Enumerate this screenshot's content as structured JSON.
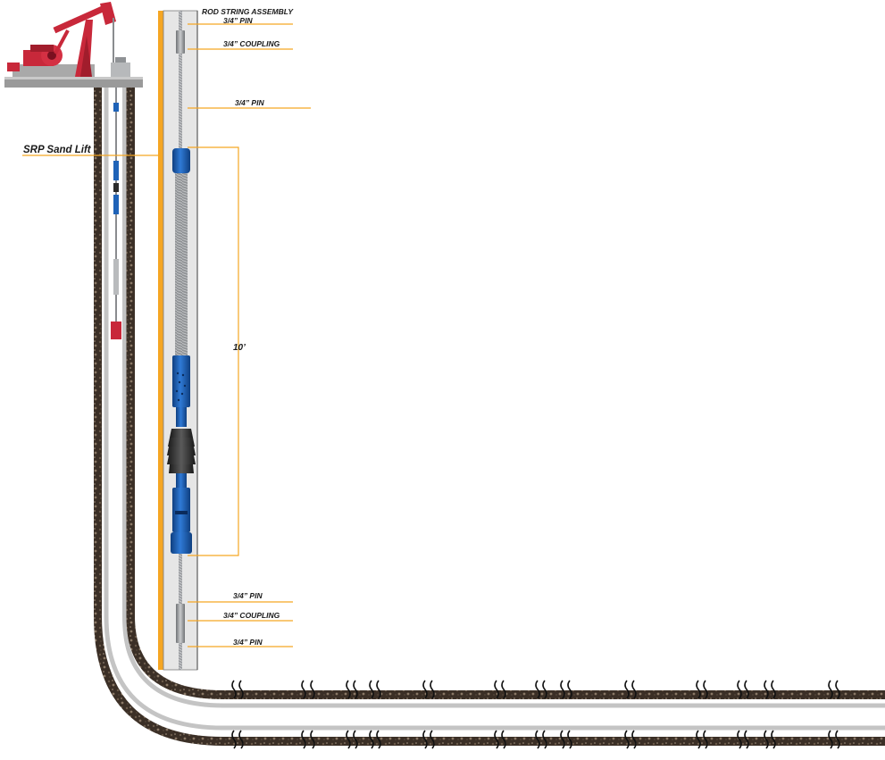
{
  "labels": {
    "assembly_title": "ROD STRING ASSEMBLY",
    "top_pin": "3/4” PIN",
    "top_coupling": "3/4” COUPLING",
    "upper_pin": "3/4” PIN",
    "dimension": "10’",
    "bottom_pin_1": "3/4” PIN",
    "bottom_coupling": "3/4” COUPLING",
    "bottom_pin_2": "3/4” PIN",
    "tool_name": "SRP Sand Lift"
  },
  "colors": {
    "leader_orange": "#f5a623",
    "tool_blue": "#1f63b8",
    "rubber_black": "#2b2b2b",
    "pumpjack_red": "#c8283a",
    "casing_white": "#e9e9e9",
    "formation_brown": "#3b2f26"
  },
  "icons": [
    "pumpjack-icon",
    "fracture-icon"
  ]
}
